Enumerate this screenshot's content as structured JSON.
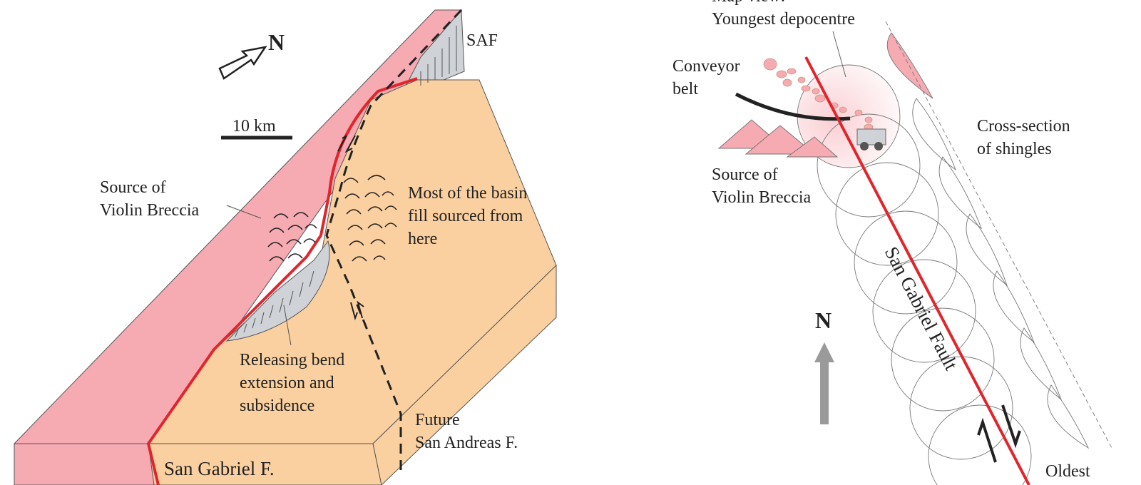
{
  "left_panel": {
    "north_label": "N",
    "scale_label": "10 km",
    "saf_label": "SAF",
    "source_label": [
      "Source of",
      "Violin Breccia"
    ],
    "basin_fill_label": [
      "Most of the basin",
      "fill sourced from",
      "here"
    ],
    "releasing_bend_label": [
      "Releasing bend",
      "extension and",
      "subsidence"
    ],
    "future_saf_label": [
      "Future",
      "San Andreas F."
    ],
    "san_gabriel_label": "San Gabriel F."
  },
  "right_panel": {
    "map_view_label": "Map view:",
    "youngest_label": "Youngest depocentre",
    "conveyor_label": [
      "Conveyor",
      "belt"
    ],
    "source_label": [
      "Source of",
      "Violin Breccia"
    ],
    "cross_section_label": [
      "Cross-section",
      "of shingles"
    ],
    "fault_label": "San Gabriel Fault",
    "north_label": "N",
    "oldest_label": "Oldest"
  },
  "colors": {
    "pink_block": "#f6aab2",
    "orange_block": "#fbd0a0",
    "fault_red": "#e0262c",
    "basin_gray": "#cfd2d6",
    "north_arrow_gray": "#9a9a9a"
  }
}
